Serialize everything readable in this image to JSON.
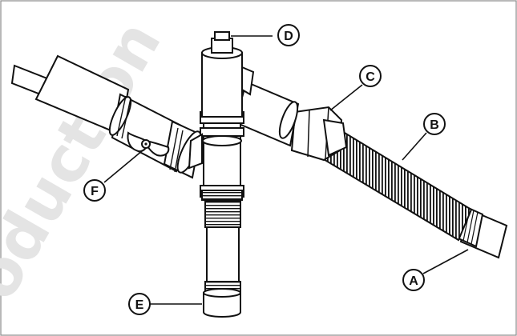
{
  "callouts": [
    {
      "id": "A",
      "label": "A"
    },
    {
      "id": "B",
      "label": "B"
    },
    {
      "id": "C",
      "label": "C"
    },
    {
      "id": "D",
      "label": "D"
    },
    {
      "id": "E",
      "label": "E"
    },
    {
      "id": "F",
      "label": "F"
    }
  ],
  "watermark": {
    "text": "oduction"
  },
  "colors": {
    "stroke": "#111111",
    "pipe_fill": "#ffffff",
    "callout_fill": "#ffffff",
    "watermark": "#e4e4e4",
    "border": "#888888"
  }
}
